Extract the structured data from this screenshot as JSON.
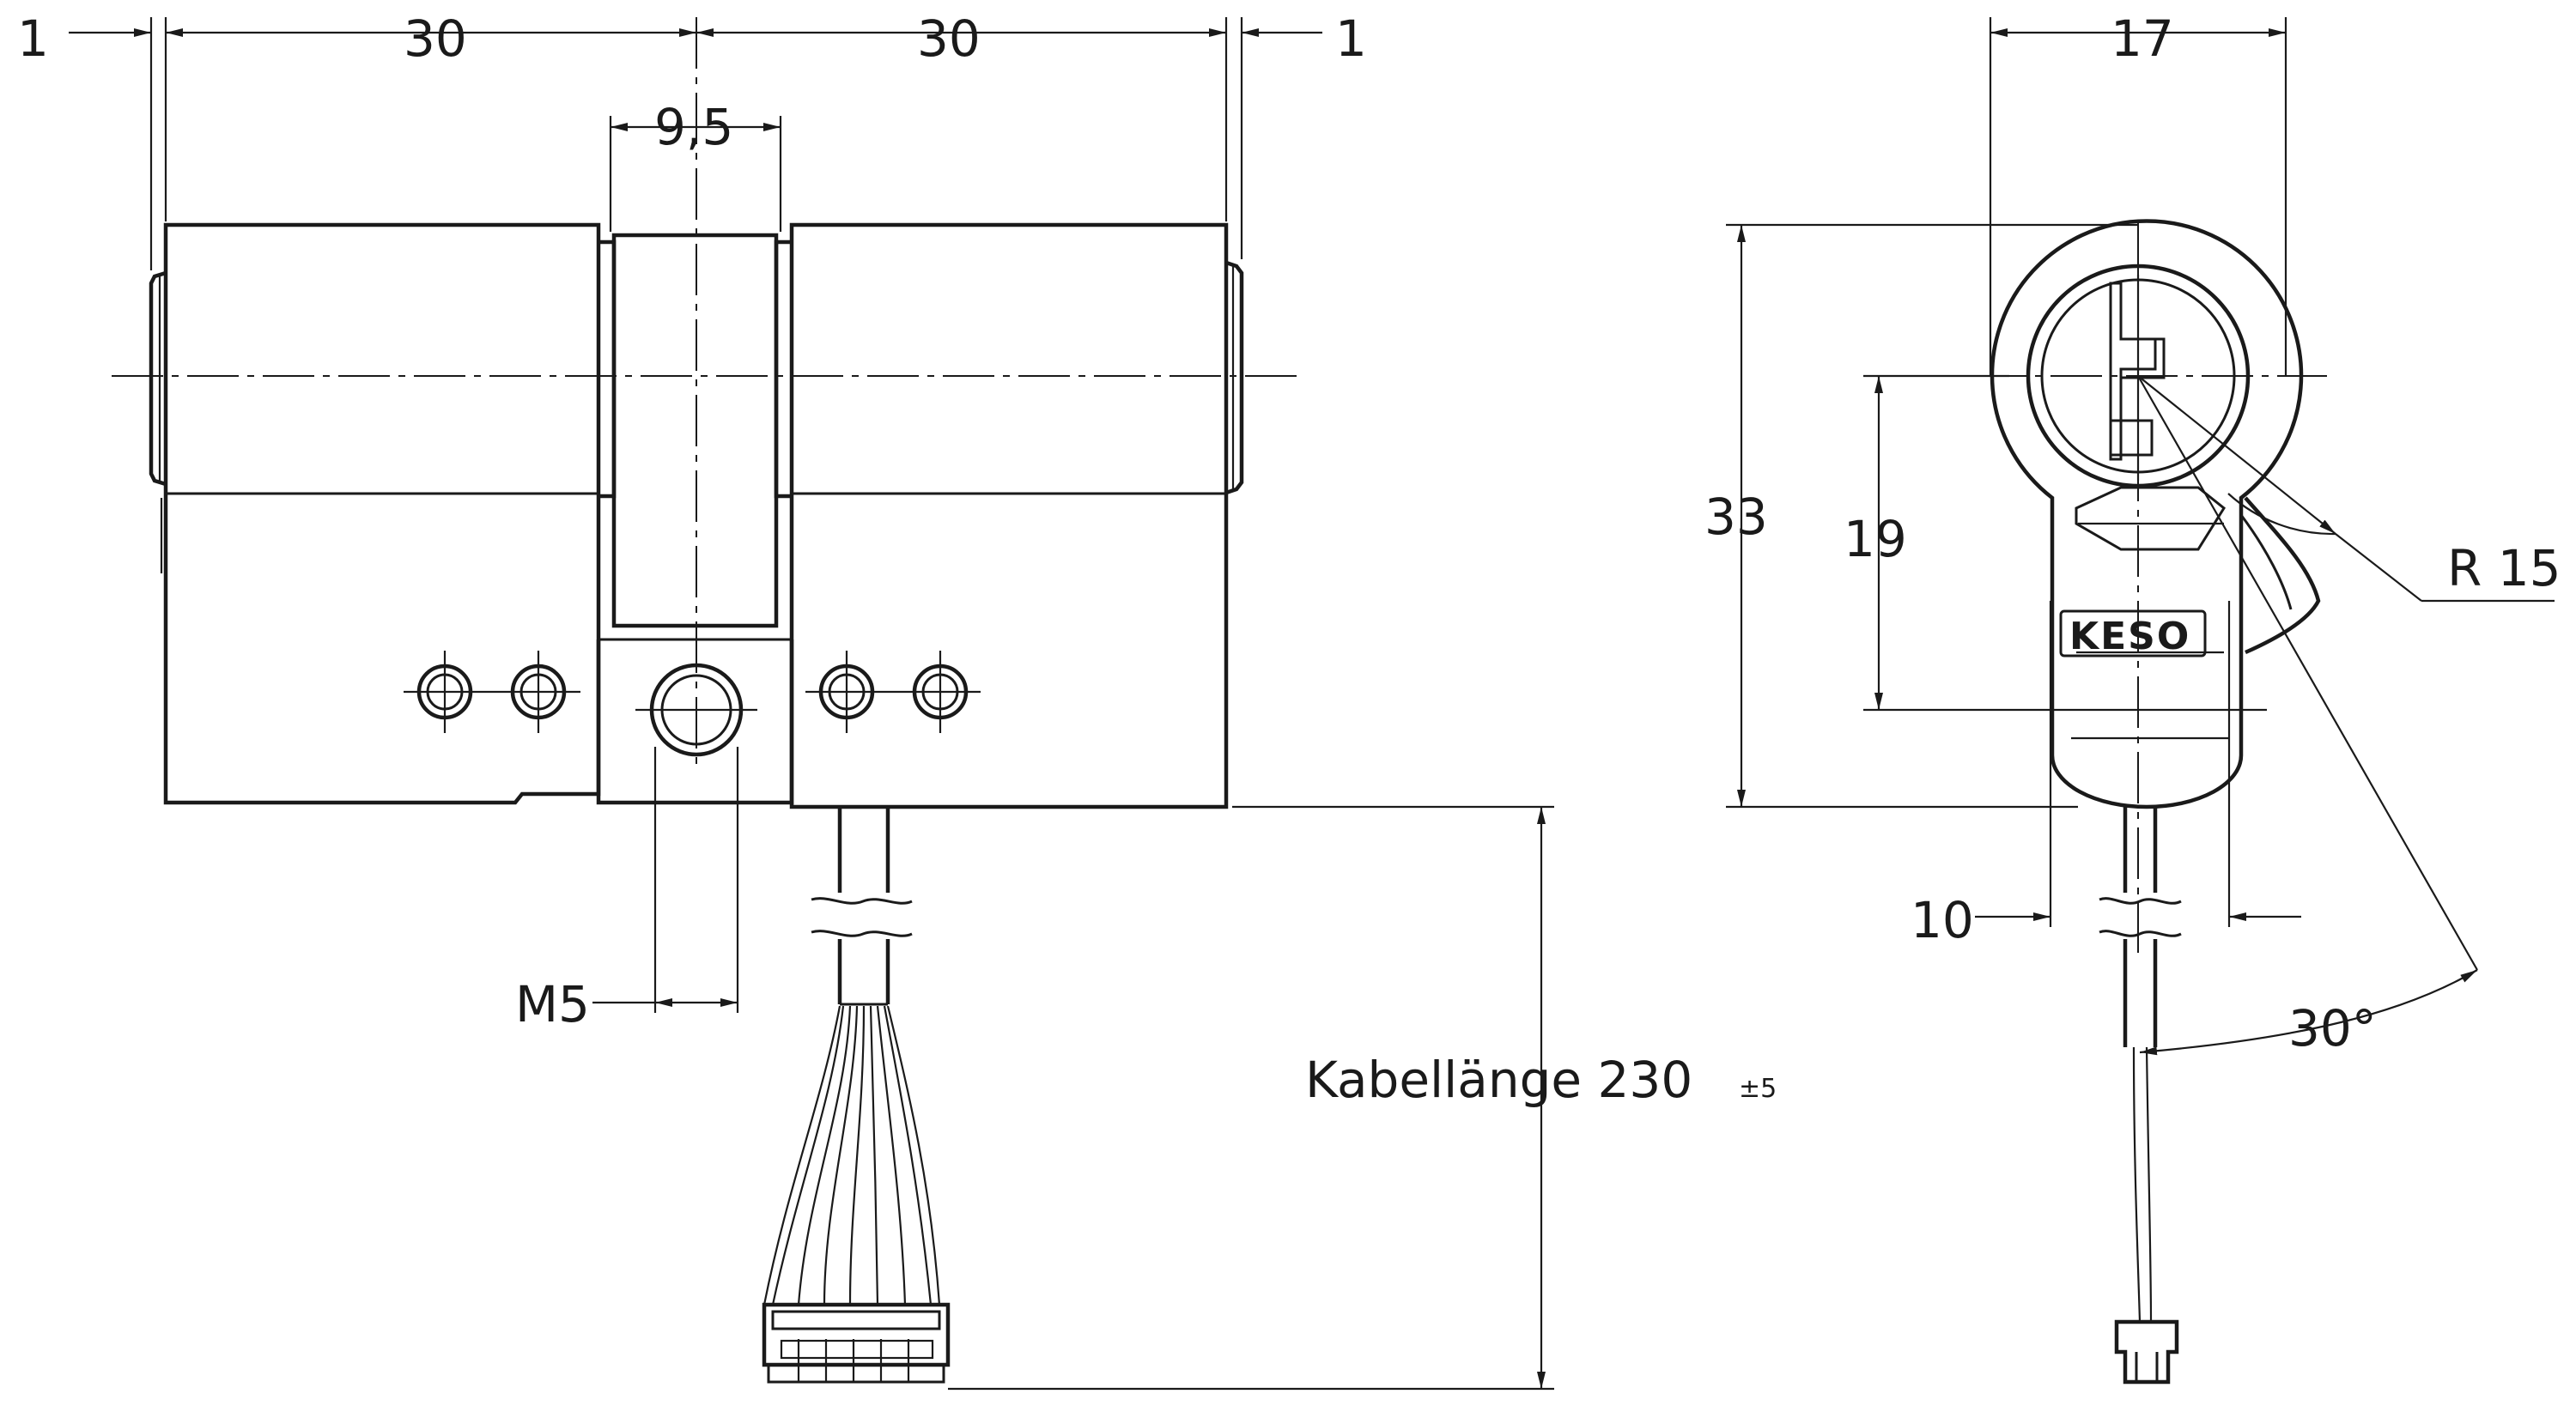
{
  "dimensions": {
    "left_offset_1": "1",
    "right_offset_1": "1",
    "half_length_left": "30",
    "half_length_right": "30",
    "cam_width": "9,5",
    "screw_thread": "M5",
    "cable_length": "Kabellänge 230",
    "cable_tolerance": "±5",
    "profile_width": "17",
    "total_height": "33",
    "center_to_bottom": "19",
    "cam_radius": "R 15",
    "bottom_width": "10",
    "cable_angle": "30°"
  },
  "brand": "KESO",
  "colors": {
    "line": "#1a1a1a",
    "background": "#ffffff"
  }
}
